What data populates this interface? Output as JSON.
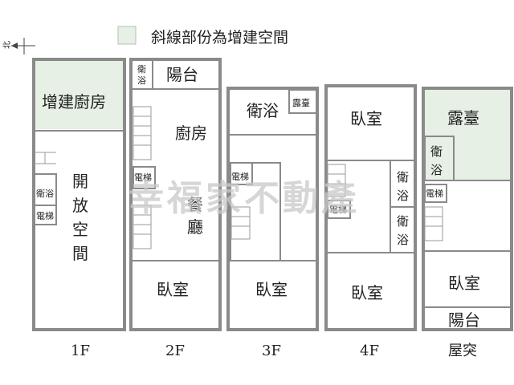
{
  "legend": {
    "label": "斜線部份為增建空間",
    "color": "#e6f0e4"
  },
  "north_arrow": {
    "label": "北"
  },
  "watermark": "幸福家不動產",
  "floors": {
    "f1": {
      "label": "1F",
      "rooms": {
        "kitchen_ext": "增建廚房",
        "open1": "開",
        "open2": "放",
        "open3": "空",
        "open4": "間",
        "bath": "衛浴",
        "elevator": "電梯"
      }
    },
    "f2": {
      "label": "2F",
      "rooms": {
        "bath1": "衛",
        "bath2": "浴",
        "balcony": "陽台",
        "kitchen": "廚房",
        "elevator": "電梯",
        "dining1": "餐",
        "dining2": "廳",
        "bedroom": "臥室"
      }
    },
    "f3": {
      "label": "3F",
      "rooms": {
        "bath": "衛浴",
        "terrace": "露臺",
        "elevator": "電梯",
        "bedroom": "臥室"
      }
    },
    "f4": {
      "label": "4F",
      "rooms": {
        "bedroom_top": "臥室",
        "elevator": "電梯",
        "bath_a1": "衛",
        "bath_a2": "浴",
        "bath_b1": "衛",
        "bath_b2": "浴",
        "bedroom_bottom": "臥室"
      }
    },
    "roof": {
      "label": "屋突",
      "rooms": {
        "terrace": "露臺",
        "bath1": "衛",
        "bath2": "浴",
        "elevator": "電梯",
        "bedroom": "臥室",
        "balcony": "陽台"
      }
    }
  }
}
